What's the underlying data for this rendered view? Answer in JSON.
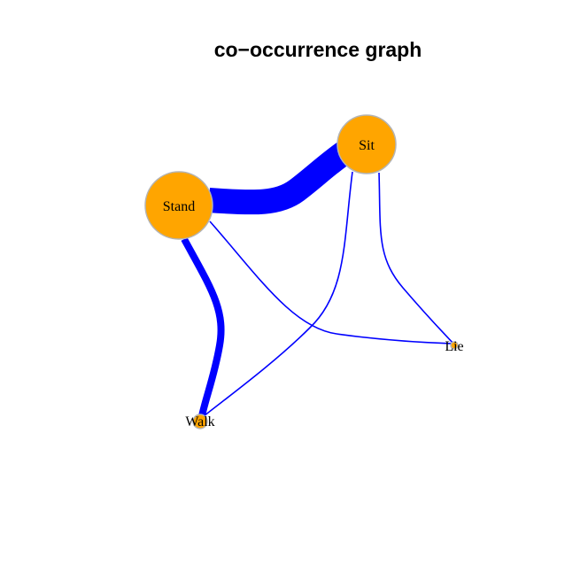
{
  "title": "co−occurrence graph",
  "colors": {
    "node": "#ffa500",
    "edge": "#0000ff",
    "node_border": "#b4b4b4"
  },
  "nodes": [
    {
      "id": "stand",
      "label": "Stand"
    },
    {
      "id": "sit",
      "label": "Sit"
    },
    {
      "id": "walk",
      "label": "Walk"
    },
    {
      "id": "lie",
      "label": "Lie"
    }
  ],
  "edges": [
    {
      "source": "Stand",
      "target": "Sit"
    },
    {
      "source": "Stand",
      "target": "Walk"
    },
    {
      "source": "Stand",
      "target": "Lie"
    },
    {
      "source": "Sit",
      "target": "Walk"
    },
    {
      "source": "Sit",
      "target": "Lie"
    }
  ]
}
